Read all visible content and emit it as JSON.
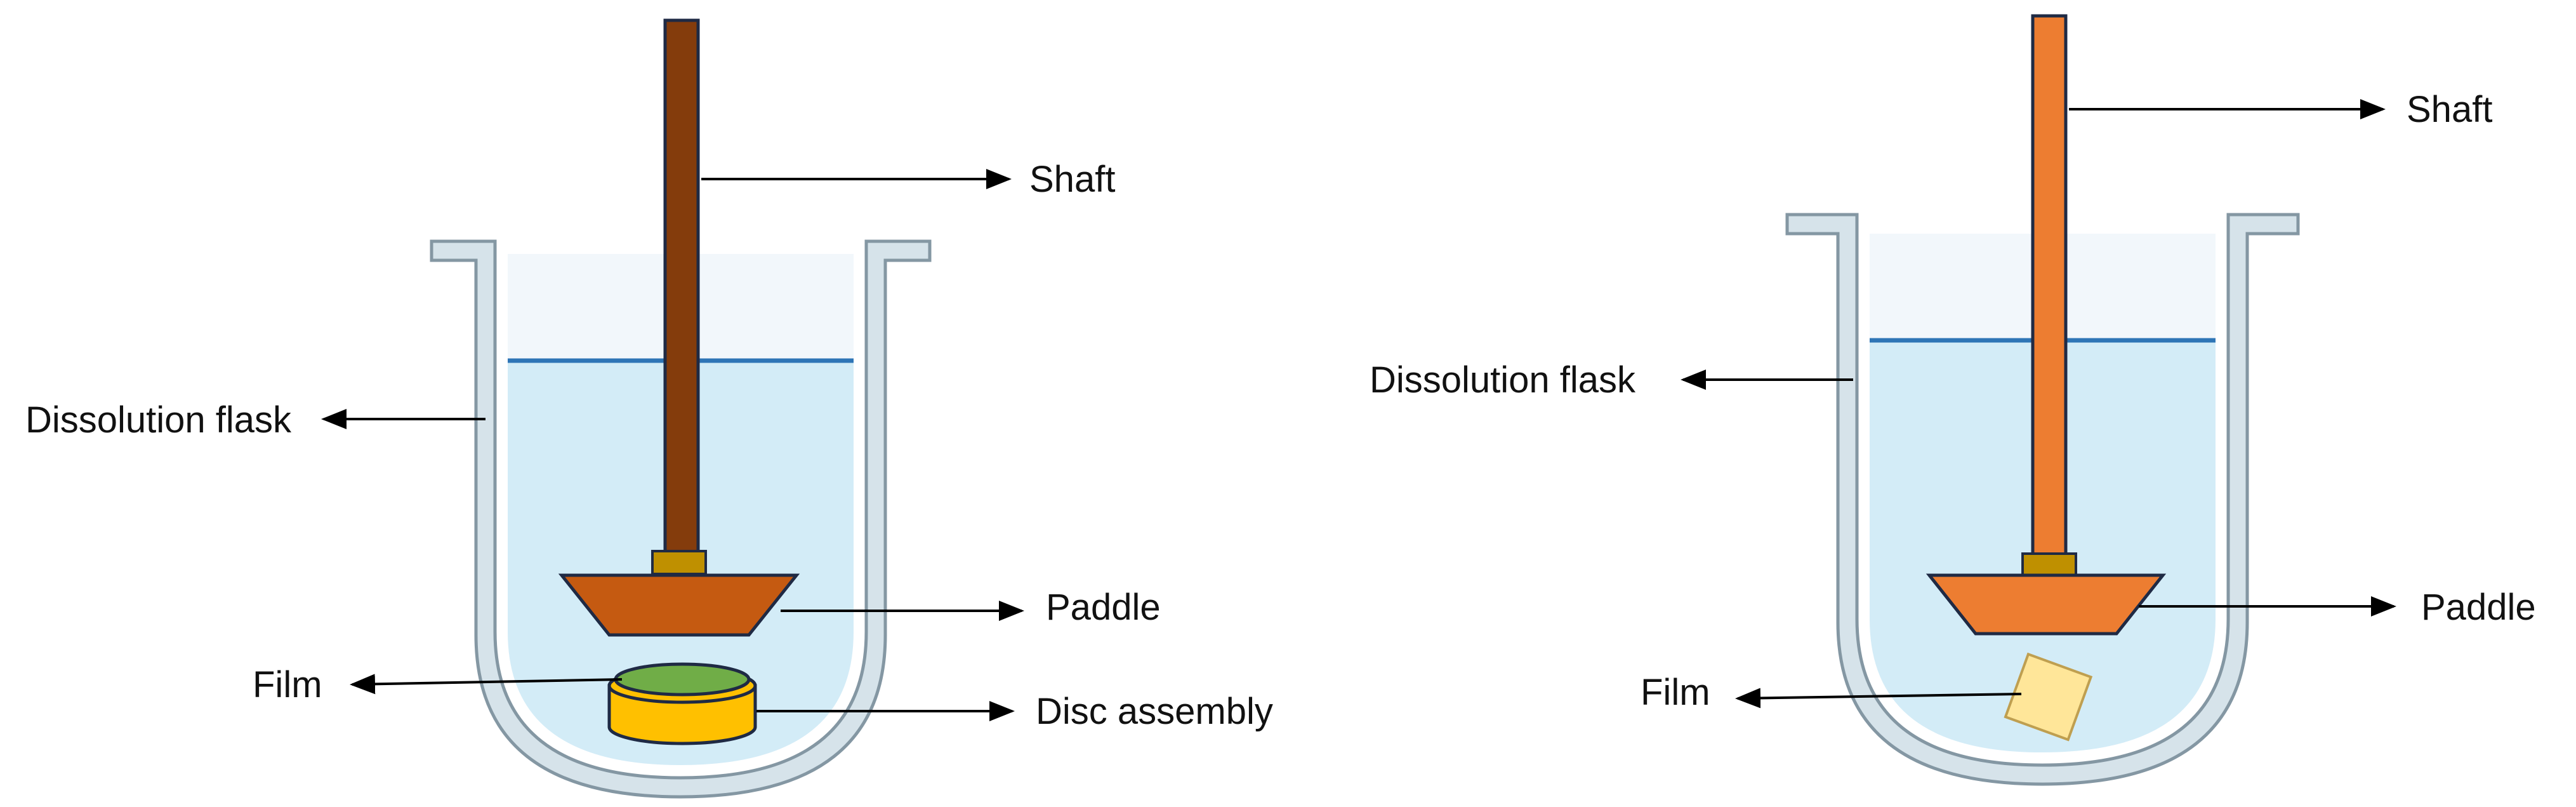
{
  "left_apparatus": {
    "labels": {
      "shaft": "Shaft",
      "flask": "Dissolution flask",
      "paddle": "Paddle",
      "film": "Film",
      "disc": "Disc assembly"
    },
    "colors": {
      "shaft": "#843c0c",
      "paddle": "#c55a11",
      "film": "#70ad47",
      "disc": "#ffc000",
      "collar": "#bf9000"
    }
  },
  "right_apparatus": {
    "labels": {
      "shaft": "Shaft",
      "flask": "Dissolution flask",
      "paddle": "Paddle",
      "film": "Film"
    },
    "colors": {
      "shaft": "#ed7d31",
      "paddle": "#ed7d31",
      "film": "#ffe699",
      "collar": "#bf9000"
    }
  },
  "common_colors": {
    "flask_wall": "#d6e3ea",
    "flask_outline": "#8497a3",
    "medium": "#d3ecf7",
    "meniscus": "#2e75b6",
    "outline": "#1f2a44"
  }
}
